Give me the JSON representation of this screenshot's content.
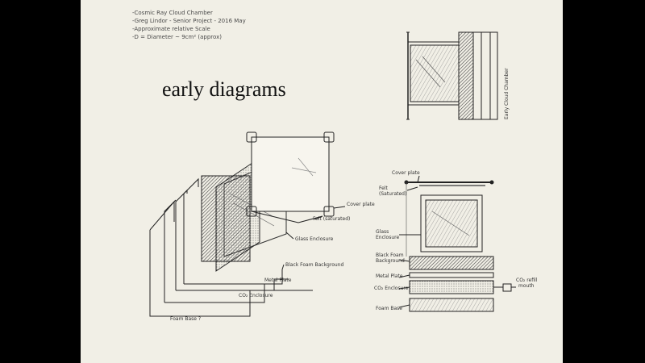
{
  "header_notes": [
    {
      "prefix": "-Cosmic Ray ",
      "highlight": "Cloud Chamber"
    },
    {
      "prefix": "-Greg ",
      "highlight": "Lindor",
      "suffix": " - Senior Project - 2016 May"
    },
    {
      "prefix": "-Approximate relative Scale"
    },
    {
      "prefix": "-D = Diameter ~ 9cm² (approx)"
    }
  ],
  "title": "early diagrams",
  "side_view": {
    "label": "Early Cloud Chamber"
  },
  "exploded": {
    "labels": {
      "cover_plate": "Cover plate",
      "felt": "Felt (saturated)",
      "glass": "Glass Enclosure",
      "background": "Black Foam Background",
      "metal": "Metal Plate",
      "co2": "CO₂ Enclosure",
      "foam_base": "Foam Base ?"
    }
  },
  "stack_view": {
    "labels": {
      "cover_plate": "Cover plate",
      "felt_line1": "Felt",
      "felt_line2": "(Saturated)",
      "glass_line1": "Glass",
      "glass_line2": "Enclosure",
      "background_line1": "Black Foam",
      "background_line2": "Background",
      "metal": "Metal Plate",
      "co2": "CO₂ Enclosure",
      "foam_base": "Foam Base",
      "refill_line1": "CO₂ refill",
      "refill_line2": "mouth"
    }
  }
}
